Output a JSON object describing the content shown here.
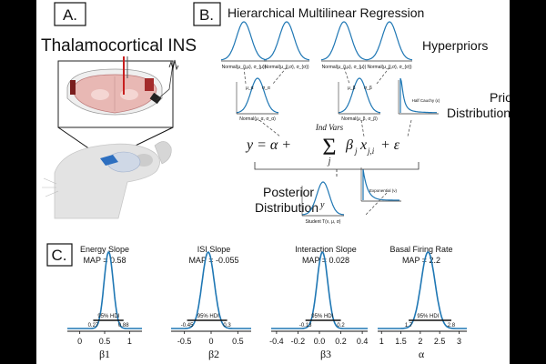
{
  "panel_a": {
    "label": "A.",
    "title": "Thalamocortical INS"
  },
  "panel_b": {
    "label": "B.",
    "title": "Hierarchical Multilinear Regression",
    "hyperpriors_label": "Hyperpriors",
    "prior_label_line1": "Prior",
    "prior_label_line2": "Distributions",
    "posterior_label_line1": "Posterior",
    "posterior_label_line2": "Distribution",
    "hyperprior_captions": [
      "Normal(μ_{j,μ}, σ_{μ})",
      "Normal(μ_{j,σ}, σ_{σ})",
      "Normal(μ_{j,μ}, σ_{μ})",
      "Normal(μ_{j,σ}, σ_{σ})"
    ],
    "prior_sub_labels": [
      "μ_α",
      "σ_α",
      "μ_β",
      "σ_β"
    ],
    "prior_captions": [
      "Normal(μ_α, σ_α)",
      "Normal(μ_β, σ_β)",
      "Half Cauchy (ε)"
    ],
    "exponential_caption": "Exponential (ν)",
    "student_caption": "Student T(ν, μ, σ)",
    "posterior_y": "y",
    "equation": {
      "lhs": "y = α +",
      "sum_top": "Ind Vars",
      "sum_sym": "Σ",
      "sum_index": "j",
      "term": "β",
      "term_sub": "j",
      "x": "x",
      "x_sub": "j,i",
      "tail": "+ ε"
    }
  },
  "panel_c": {
    "label": "C."
  },
  "chart_data": [
    {
      "type": "line",
      "title": "Energy Slope",
      "subtitle": "MAP = 0.58",
      "xlabel": "β1",
      "xlim": [
        -0.25,
        1.25
      ],
      "xticks": [
        0,
        0.5,
        1
      ],
      "x_tick_labels": [
        "0",
        "0.5",
        "1"
      ],
      "peak": 0.58,
      "sd": 0.092,
      "hdi": [
        0.27,
        0.88
      ],
      "hdi_labels": [
        "0.27",
        "0.88"
      ],
      "hdi_label": "95% HDI"
    },
    {
      "type": "line",
      "title": "ISI Slope",
      "subtitle": "MAP = -0.055",
      "xlabel": "β2",
      "xlim": [
        -0.75,
        0.75
      ],
      "xticks": [
        -0.5,
        0,
        0.5
      ],
      "x_tick_labels": [
        "-0.5",
        "0",
        "0.5"
      ],
      "peak": -0.055,
      "sd": 0.115,
      "hdi": [
        -0.45,
        0.3
      ],
      "hdi_labels": [
        "-0.45",
        "0.3"
      ],
      "hdi_label": "95% HDI"
    },
    {
      "type": "line",
      "title": "Interaction Slope",
      "subtitle": "MAP = 0.028",
      "xlabel": "β3",
      "xlim": [
        -0.45,
        0.45
      ],
      "xticks": [
        -0.4,
        -0.2,
        0,
        0.2,
        0.4
      ],
      "x_tick_labels": [
        "-0.4",
        "-0.2",
        "0.0",
        "0.2",
        "0.4"
      ],
      "peak": 0.028,
      "sd": 0.05,
      "hdi": [
        -0.13,
        0.2
      ],
      "hdi_labels": [
        "-0.13",
        "0.2"
      ],
      "hdi_label": "95% HDI"
    },
    {
      "type": "line",
      "title": "Basal Firing Rate",
      "subtitle": "MAP = 2.2",
      "xlabel": "α",
      "xlim": [
        0.9,
        3.2
      ],
      "xticks": [
        1,
        1.5,
        2,
        2.5,
        3
      ],
      "x_tick_labels": [
        "1",
        "1.5",
        "2",
        "2.5",
        "3"
      ],
      "peak": 2.2,
      "sd": 0.18,
      "hdi": [
        1.7,
        2.8
      ],
      "hdi_labels": [
        "1.7",
        "2.8"
      ],
      "hdi_label": "95% HDI"
    }
  ],
  "colors": {
    "curve": "#1f77b4",
    "skin": "#ececec",
    "brain": "#e9b7b3",
    "rat": "#d7d7d7",
    "highlight": "#2d6fc0"
  }
}
